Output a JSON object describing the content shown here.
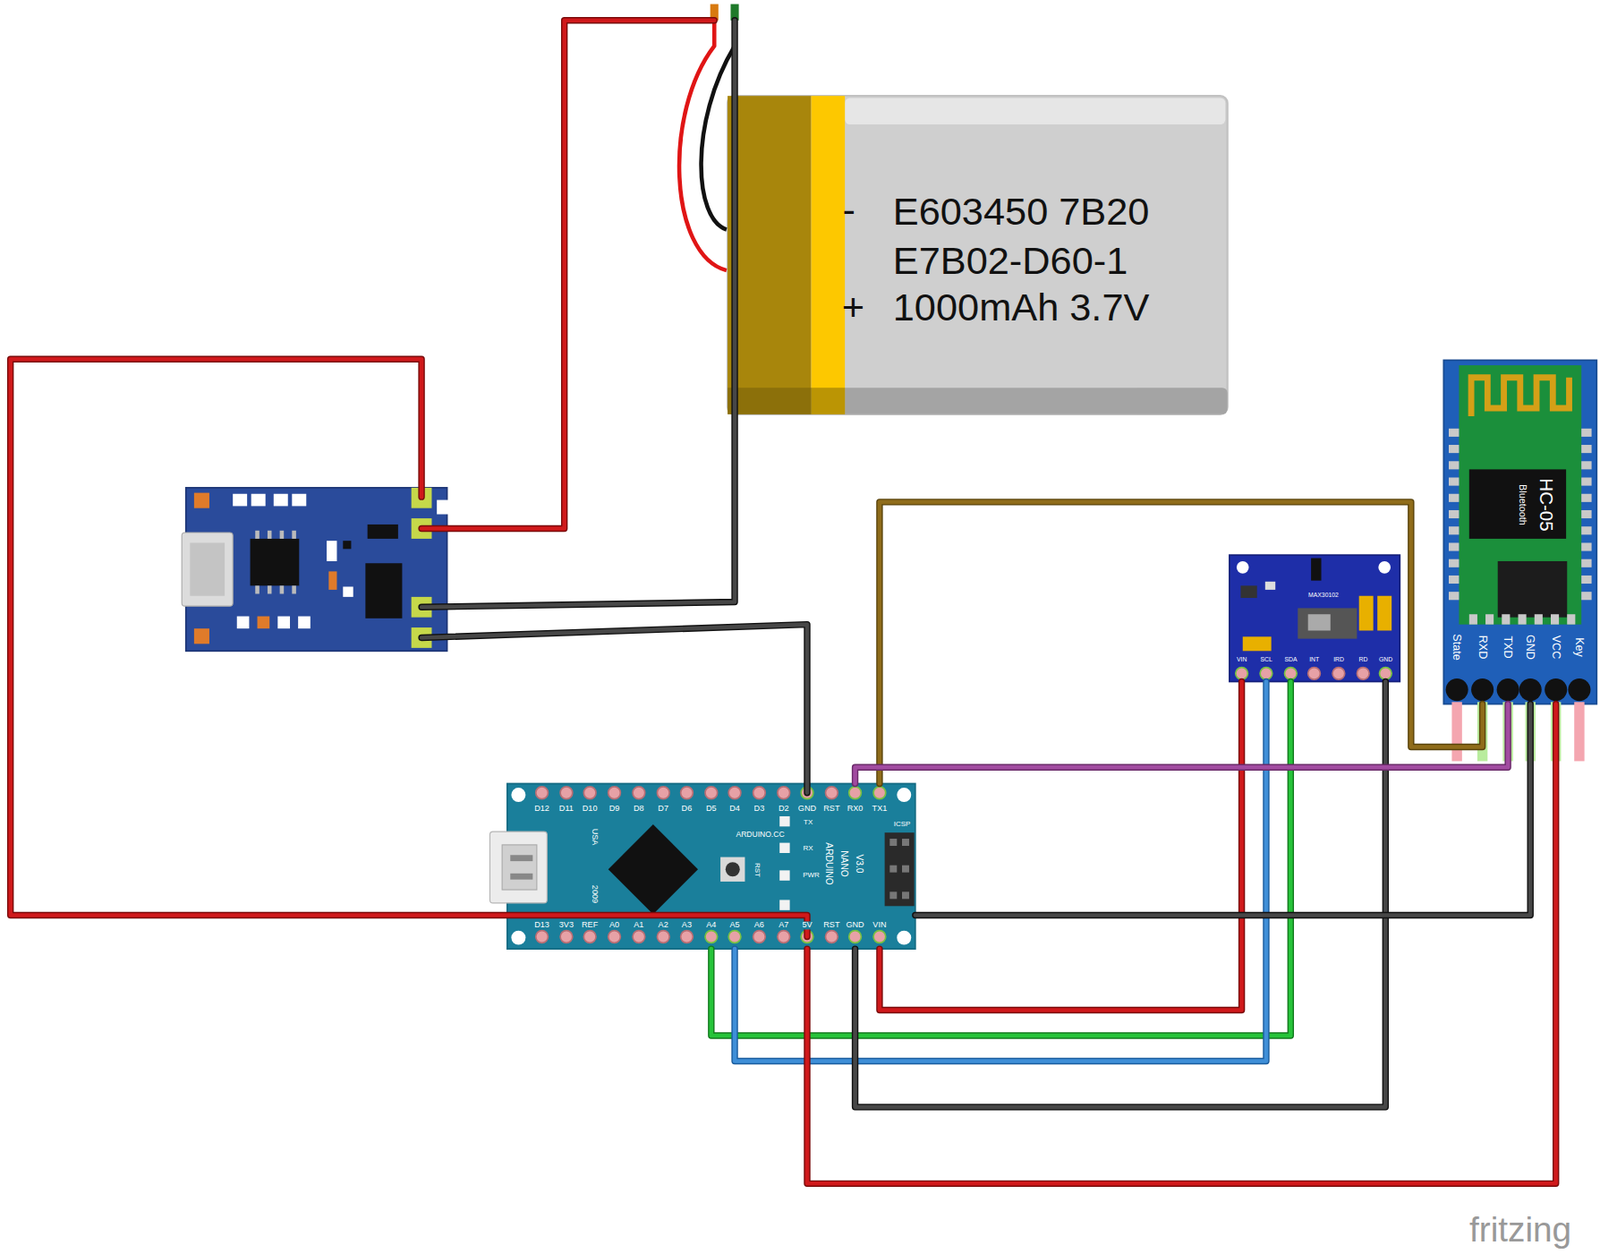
{
  "diagram": {
    "nodes": [
      {
        "text": [
          "E603450 7B20",
          "E7B02-D60-1",
          "1000mAh 3.7V"
        ]
      },
      {
        "text": [
          "ARDUINO.CC"
        ]
      },
      {
        "text": [
          "MAX30102"
        ]
      },
      {
        "text": [
          "HC-05",
          "Bluetooth"
        ]
      }
    ],
    "edges": [
      {
        "from": 1,
        "to": 2,
        "arrow": "none"
      },
      {
        "from": 1,
        "to": 2,
        "arrow": "none"
      },
      {
        "from": 1,
        "to": 2,
        "arrow": "none"
      },
      {
        "from": 1,
        "to": 2,
        "arrow": "none"
      },
      {
        "from": 1,
        "to": 3,
        "arrow": "none"
      },
      {
        "from": 1,
        "to": 3,
        "arrow": "none"
      },
      {
        "from": 1,
        "to": 3,
        "arrow": "none"
      },
      {
        "from": 1,
        "to": 3,
        "arrow": "none"
      }
    ],
    "labels": [
      "-",
      "+",
      "D12",
      "D11",
      "D10",
      "D9",
      "D8",
      "D7",
      "D6",
      "D5",
      "D4",
      "D3",
      "D2",
      "GND",
      "RST",
      "RX0",
      "TX1",
      "D13",
      "3V3",
      "REF",
      "A0",
      "A1",
      "A2",
      "A3",
      "A4",
      "A5",
      "A6",
      "A7",
      "5V",
      "RST",
      "GND",
      "VIN",
      "TX",
      "RX",
      "PWR",
      "RST",
      "ICSP",
      "USA",
      "2009",
      "ARDUINO",
      "NANO",
      "V3.0",
      "VIN",
      "SCL",
      "SDA",
      "INT",
      "IRD",
      "RD",
      "GND",
      "State",
      "RXD",
      "TXD",
      "GND",
      "VCC",
      "Key",
      "fritzing"
    ]
  }
}
